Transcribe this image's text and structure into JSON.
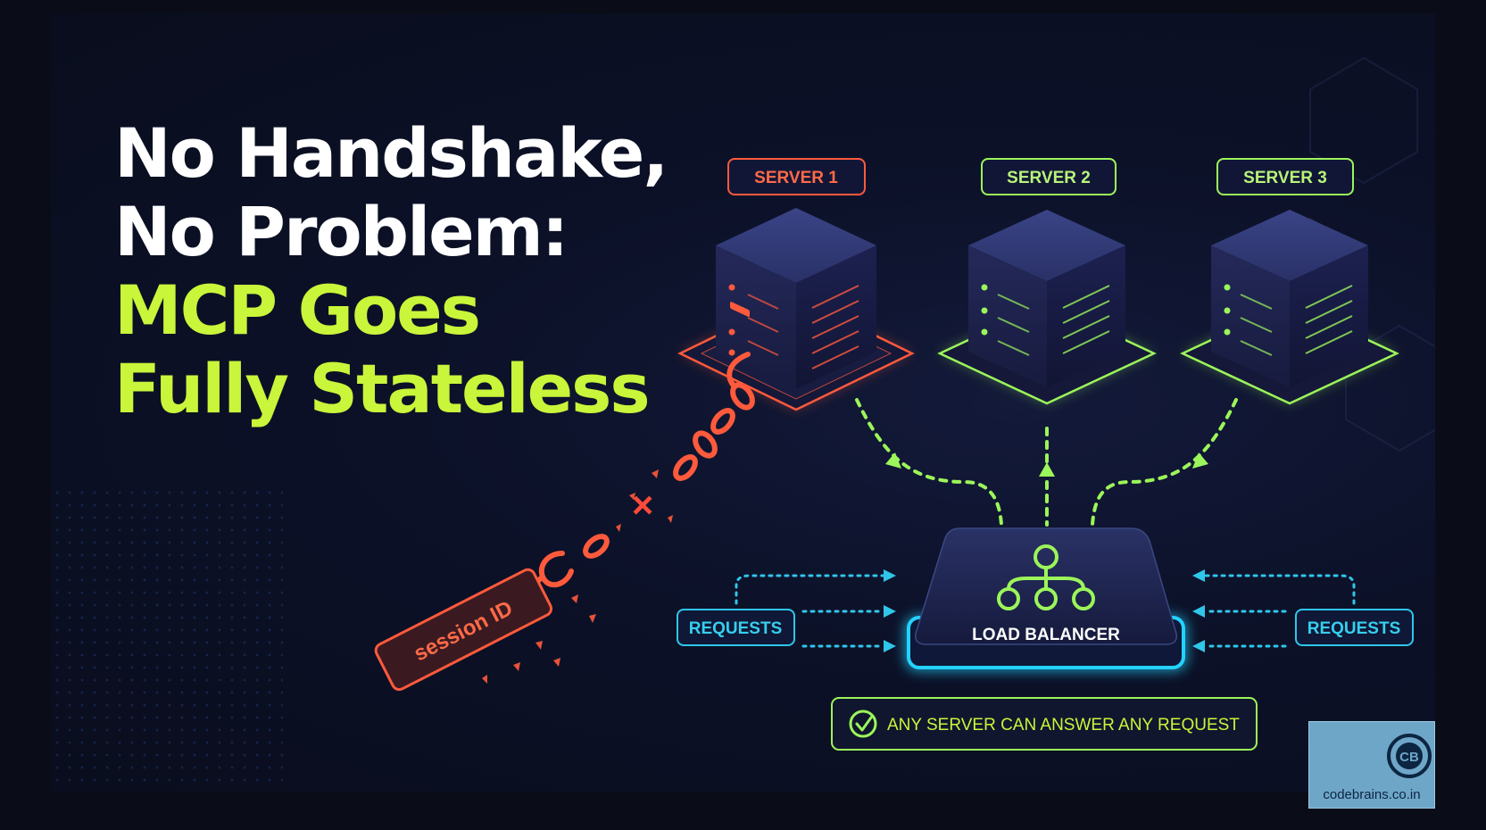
{
  "headline": {
    "line1": "No Handshake,",
    "line2": "No Problem:",
    "line3": "MCP Goes",
    "line4": "Fully Stateless"
  },
  "servers": [
    {
      "label": "SERVER 1",
      "state": "bound"
    },
    {
      "label": "SERVER 2",
      "state": "ok"
    },
    {
      "label": "SERVER 3",
      "state": "ok"
    }
  ],
  "load_balancer": {
    "label": "LOAD BALANCER"
  },
  "requests": {
    "left_label": "REQUESTS",
    "right_label": "REQUESTS"
  },
  "session": {
    "tag_label": "session ID",
    "broken_mark": "×"
  },
  "callout": {
    "text": "ANY SERVER CAN ANSWER ANY REQUEST"
  },
  "brand": {
    "logo_text": "CB",
    "domain": "codebrains.co.in"
  },
  "colors": {
    "background": "#0a0d18",
    "accent_green": "#c9f53a",
    "server_ok": "#9cf55a",
    "server_bound": "#ff5a3c",
    "balancer_glow": "#23d3ff",
    "request_cyan": "#2fc6ea"
  }
}
